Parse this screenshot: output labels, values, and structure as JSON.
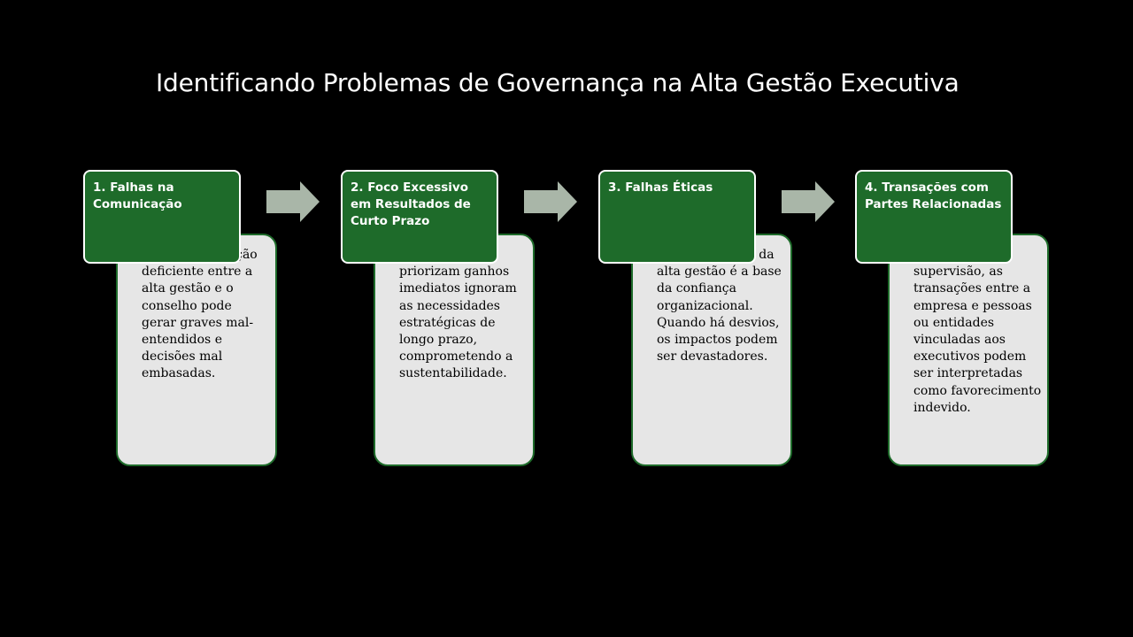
{
  "title": "Identificando Problemas de Governança na Alta Gestão Executiva",
  "colors": {
    "background": "#000000",
    "header_fill": "#1e6b2a",
    "header_border": "#ffffff",
    "body_fill": "#e6e6e6",
    "body_border": "#1e6b2a",
    "arrow_fill": "#a9b6a8"
  },
  "bullet_symbol": "•",
  "steps": [
    {
      "header": "1. Falhas na Comunicação",
      "text": "Uma comunicação deficiente entre a alta gestão e o conselho pode gerar graves mal-entendidos e decisões mal embasadas."
    },
    {
      "header": "2. Foco Excessivo em Resultados de Curto Prazo",
      "text": "Lideranças que priorizam ganhos imediatos ignoram as necessidades estratégicas de longo prazo, comprometendo a sustentabilidade."
    },
    {
      "header": "3. Falhas Éticas",
      "text": "A conduta ética da alta gestão é a base da confiança organizacional. Quando há desvios, os impactos podem ser devastadores."
    },
    {
      "header": "4. Transações com Partes Relacionadas",
      "text": "Quando não há supervisão, as transações entre a empresa e pessoas ou entidades vinculadas aos executivos podem ser interpretadas como favorecimento indevido."
    }
  ],
  "arrows": [
    {
      "icon": "right-arrow-icon"
    },
    {
      "icon": "right-arrow-icon"
    },
    {
      "icon": "right-arrow-icon"
    }
  ]
}
